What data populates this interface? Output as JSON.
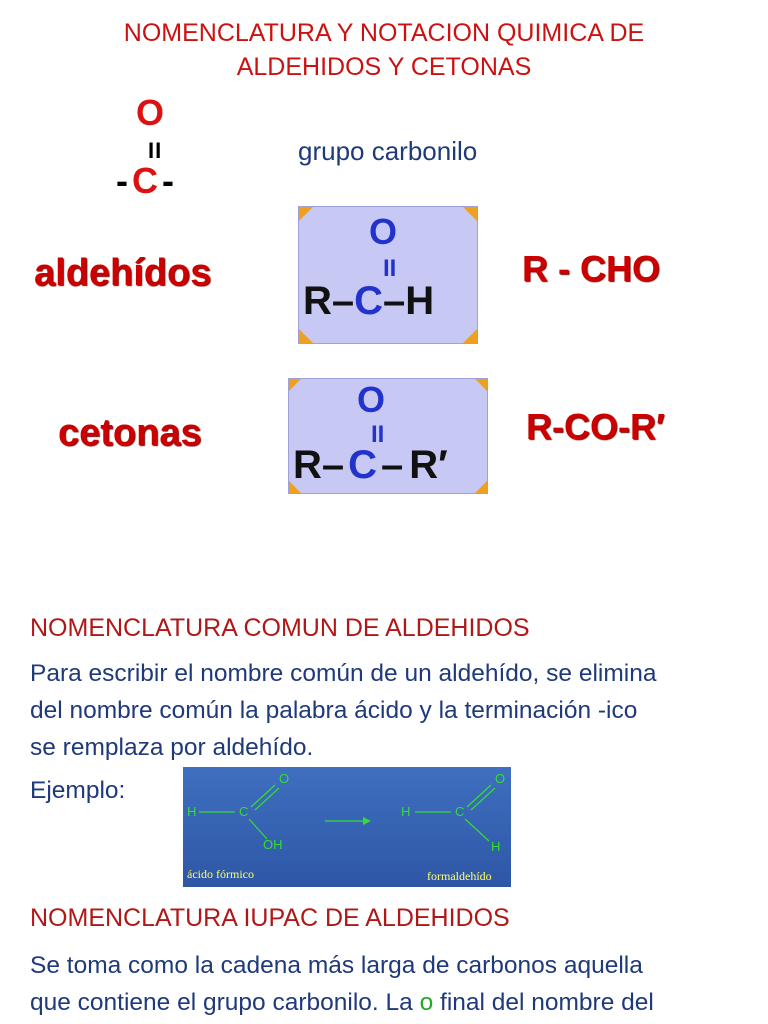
{
  "title": {
    "line1": "NOMENCLATURA Y NOTACION QUIMICA DE",
    "line2": "ALDEHIDOS Y CETONAS"
  },
  "carbonyl": {
    "o": "O",
    "double_bond": "II",
    "left_dash": "-",
    "c": "C",
    "right_dash": "-",
    "label": "grupo carbonilo"
  },
  "aldehyde": {
    "label": "aldehídos",
    "o": "O",
    "double_bond": "II",
    "r": "R",
    "dash1": "–",
    "c": "C",
    "dash2": "–",
    "h": "H",
    "formula": "R - CHO"
  },
  "ketone": {
    "label": "cetonas",
    "o": "O",
    "double_bond": "II",
    "r": "R",
    "dash1": "–",
    "c": "C",
    "dash2": "–",
    "r2": "R′",
    "formula": "R-CO-R′"
  },
  "common": {
    "heading": "NOMENCLATURA COMUN DE ALDEHIDOS",
    "line1": "Para escribir el nombre común de un aldehído, se elimina",
    "line2": "del nombre común la palabra ácido y la terminación -ico",
    "line3": "se remplaza por aldehído.",
    "example_label": "Ejemplo:"
  },
  "example": {
    "left_h": "H",
    "left_c": "C",
    "left_o": "O",
    "left_oh": "OH",
    "right_h": "H",
    "right_c": "C",
    "right_o": "O",
    "right_h2": "H",
    "left_caption": "ácido fórmico",
    "right_caption": "formaldehído",
    "line_color": "#33dd33"
  },
  "iupac": {
    "heading": "NOMENCLATURA IUPAC DE ALDEHIDOS",
    "line1": "Se toma como la cadena más larga de carbonos aquella",
    "line2_a": "que contiene el grupo carbonilo. La ",
    "line2_o": "o",
    "line2_b": " final del nombre del"
  }
}
